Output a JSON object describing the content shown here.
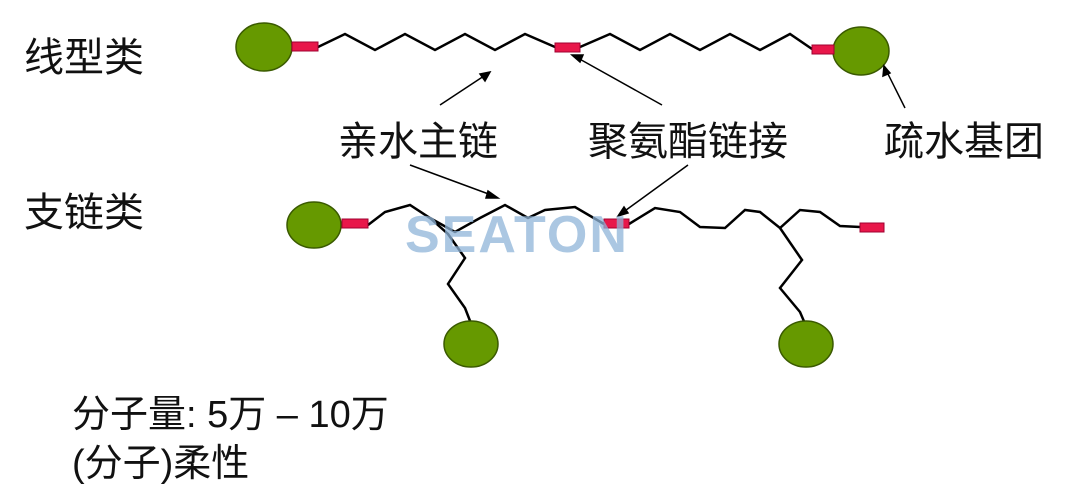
{
  "labels": {
    "linear_type": "线型类",
    "branched_type": "支链类",
    "hydrophilic_backbone": "亲水主链",
    "urethane_link": "聚氨酯链接",
    "hydrophobic_group": "疏水基团"
  },
  "notes": {
    "molecular_weight": "分子量: 5万 – 10万",
    "flexibility": "(分子)柔性"
  },
  "watermark": "SEATON",
  "colors": {
    "hydrophobic_fill": "#669900",
    "urethane_fill": "#e8174a",
    "chain_stroke": "#000000",
    "watermark": "#8fb5d9"
  }
}
